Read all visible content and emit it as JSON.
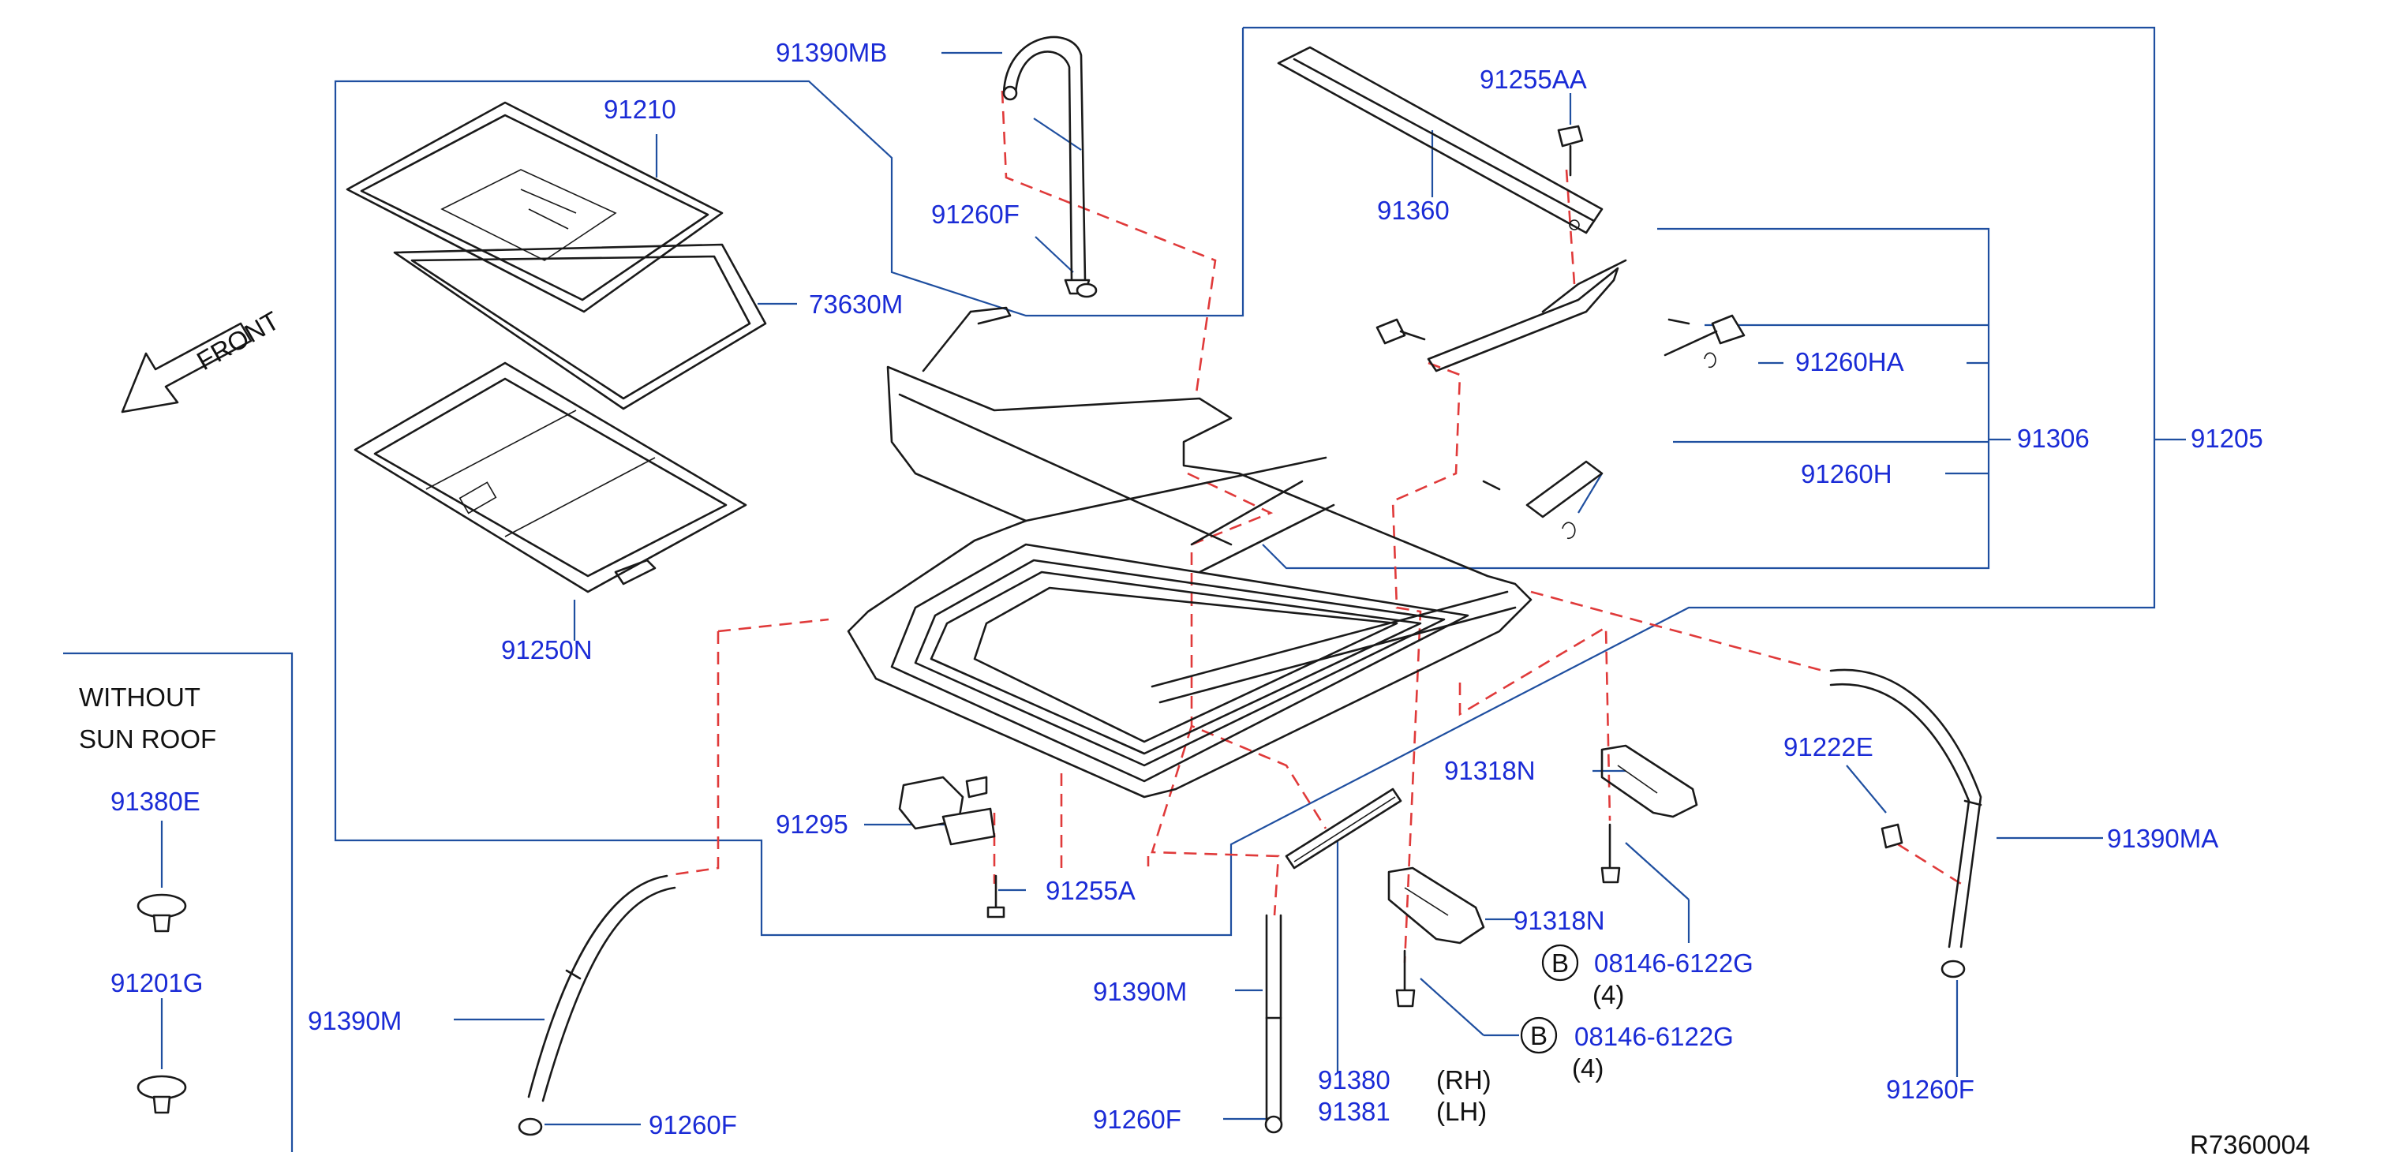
{
  "diagram_code": "R7360004",
  "front_label": "FRONT",
  "without_sun_roof": {
    "line1": "WITHOUT",
    "line2": "SUN   ROOF",
    "parts": [
      "91380E",
      "91201G"
    ]
  },
  "parts": {
    "p91390MB": "91390MB",
    "p91210": "91210",
    "p73630M": "73630M",
    "p91250N": "91250N",
    "p91260F_top": "91260F",
    "p91255AA": "91255AA",
    "p91360": "91360",
    "p91260HA": "91260HA",
    "p91306": "91306",
    "p91205": "91205",
    "p91260H": "91260H",
    "p91295": "91295",
    "p91255A": "91255A",
    "p91318N_a": "91318N",
    "p91318N_b": "91318N",
    "p91222E": "91222E",
    "p91390MA": "91390MA",
    "p08146_a": "08146-6122G",
    "p08146_a_qty": "(4)",
    "p08146_b": "08146-6122G",
    "p08146_b_qty": "(4)",
    "p91390M_left": "91390M",
    "p91390M_mid": "91390M",
    "p91260F_left": "91260F",
    "p91260F_mid": "91260F",
    "p91260F_right": "91260F",
    "p91380": "91380",
    "p91381": "91381",
    "rh": "(RH)",
    "lh": "(LH)",
    "bolt_marker": "B"
  }
}
